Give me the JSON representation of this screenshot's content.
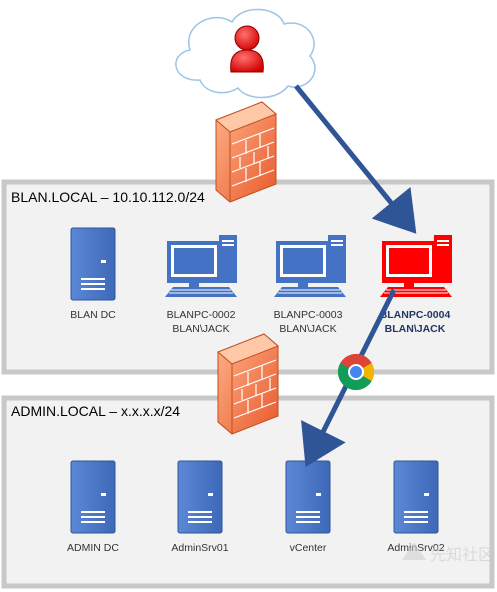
{
  "zones": {
    "blan": {
      "title": "BLAN.LOCAL – 10.10.112.0/24"
    },
    "admin": {
      "title": "ADMIN.LOCAL – x.x.x.x/24"
    }
  },
  "hosts": {
    "blan_dc": {
      "label": "BLAN DC"
    },
    "pc0002": {
      "line1": "BLANPC-0002",
      "line2": "BLAN\\JACK"
    },
    "pc0003": {
      "line1": "BLANPC-0003",
      "line2": "BLAN\\JACK"
    },
    "pc0004": {
      "line1": "BLANPC-0004",
      "line2": "BLAN\\JACK"
    },
    "admin_dc": {
      "label": "ADMIN DC"
    },
    "adminsrv01": {
      "label": "AdminSrv01"
    },
    "vcenter": {
      "label": "vCenter"
    },
    "adminsrv02": {
      "label": "AdminSrv02"
    }
  },
  "watermark": {
    "text": "先知社区"
  },
  "colors": {
    "server_blue": "#4472c4",
    "compromised_red": "#ff0000",
    "arrow_blue": "#2f5597",
    "zone_border": "#c8c8c8",
    "zone_fill": "#f2f2f2",
    "firewall": "#f4794a"
  },
  "icons": [
    "attacker-icon",
    "cloud-icon",
    "firewall-icon",
    "server-icon",
    "workstation-icon",
    "chrome-icon"
  ]
}
